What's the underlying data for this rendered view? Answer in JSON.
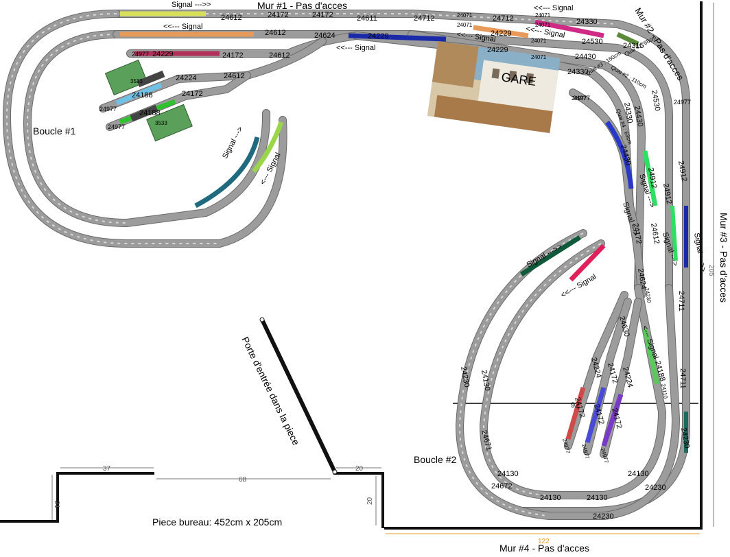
{
  "walls": {
    "mur1": "Mur #1 - Pas d'acces",
    "mur2": "Mur #2 - Pas d'acces",
    "mur3": "Mur #3 - Pas d'acces",
    "mur4": "Mur #4 - Pas d'acces"
  },
  "areas": {
    "boucle1": "Boucle #1",
    "boucle2": "Boucle #2",
    "door": "Porte d'entrée dans la piece",
    "room": "Piece bureau: 452cm x 205cm",
    "station": "GARE"
  },
  "dimensions": {
    "d37": "37",
    "d68": "68",
    "d20a": "20",
    "d20b": "20",
    "d21": "21",
    "d205": "205",
    "d122": "122",
    "d92": "92"
  },
  "signals": {
    "s1": "Signal --->>",
    "s2": "<<--- Signal",
    "s3": "<<--- Signal",
    "s4": "<<--- Signal",
    "s5": "<<--- Signal",
    "s6": "<<--- Signal",
    "s7": "Signal --->",
    "s8": "<--- Signal",
    "s9": "Signal --->",
    "s10": "Signal --->",
    "s11": "Signal --->",
    "s12": "Signal --->>",
    "s13": "Signal --->>",
    "s14": "<<--- Signal",
    "s15": "<--- Signal"
  },
  "quais": {
    "q1": "Quai #1: 88cm",
    "q2": "Quai #2 : 110cm",
    "q3": "Quai #3 : 150cm",
    "q4": "Quai #4 : 63cm"
  },
  "parts": {
    "p1": "24612",
    "p2": "24172",
    "p3": "24172",
    "p4": "24611",
    "p5": "24712",
    "p6": "24712",
    "p7": "24330",
    "p8": "24612",
    "p9": "24624",
    "p10": "24229",
    "p11": "24229",
    "p12": "24229",
    "p13": "24530",
    "p14": "24315",
    "p15": "24430",
    "p16": "24330",
    "p17": "24229",
    "p18": "24172",
    "p19": "24612",
    "p20": "24224",
    "p21": "24612",
    "p22": "24188",
    "p23": "24172",
    "p24": "24188",
    "p25": "24977",
    "p26": "24977",
    "p27": "24977",
    "p28": "24977",
    "p29": "24977",
    "p30": "24530",
    "p31": "24330",
    "p32": "24430",
    "p33": "24912",
    "p34": "24912",
    "p35": "24430",
    "p36": "24912",
    "p37": "24172",
    "p38": "24612",
    "p39": "24624",
    "p40": "24711",
    "p41": "24711",
    "p42": "24630",
    "p43": "24224",
    "p44": "24172",
    "p45": "24224",
    "p46": "24188",
    "p47": "24230",
    "p48": "24130",
    "p49": "24172",
    "p50": "24172",
    "p51": "24172",
    "p52": "24671",
    "p53": "24130",
    "p54": "24672",
    "p55": "24130",
    "p56": "24130",
    "p57": "24130",
    "p58": "24230",
    "p59": "24230",
    "p60": "24230",
    "p61": "24071",
    "p62": "24071",
    "p63": "24071",
    "p64": "24071",
    "p65": "24071",
    "p66": "24071",
    "p67": "24230",
    "p68": "24110",
    "p69": "3533",
    "p70": "3533",
    "p71": "24977",
    "p72": "24977",
    "p73": "24977",
    "p74": "24977"
  },
  "colors": {
    "track": "#9c9c9c",
    "yellow": "#d8e05a",
    "orange": "#e89a5a",
    "magenta": "#cf2a86",
    "blue": "#1a2aa8",
    "teal": "#1f6a7e",
    "green": "#2ec22e",
    "lightblue": "#6ec2e8",
    "platform": "#5aa05a"
  }
}
